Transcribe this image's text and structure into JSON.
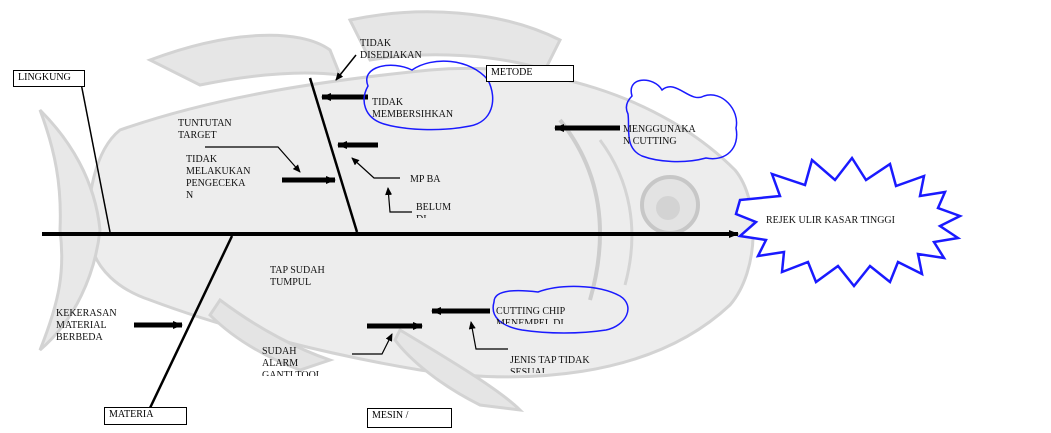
{
  "diagram": {
    "effect": "REJEK ULIR KASAR TINGGI",
    "categories": {
      "lingkungan": "LINGKUNG",
      "metode": "METODE",
      "material": "MATERIA",
      "mesin": "MESIN /"
    },
    "causes": {
      "tidak_disediakan": "TIDAK\nDISEDIAKAN",
      "tidak_membersihkan": "TIDAK\nMEMBERSIHKAN",
      "menggunakan_cutting": "MENGGUNAKA\nN CUTTING",
      "tuntutan_target": "TUNTUTAN\nTARGET",
      "tidak_melakukan_pengecekan": "TIDAK\nMELAKUKAN\nPENGECEKA\nN",
      "mp_ba": "MP BA",
      "belum": "BELUM\nDI",
      "tap_sudah_tumpul": "TAP SUDAH\nTUMPUL",
      "kekerasan_material": "KEKERASAN\nMATERIAL\nBERBEDA",
      "cutting_chip": "CUTTING CHIP\nMENEMPEL DI",
      "sudah_alarm": "SUDAH\nALARM\nGANTI TOOL",
      "jenis_tap": "JENIS TAP TIDAK\nSESUAI"
    },
    "colors": {
      "line": "#000000",
      "highlight": "#1a1aff",
      "fish_fill": "#e6e6e6",
      "fish_stroke": "#c8c8c8"
    }
  }
}
